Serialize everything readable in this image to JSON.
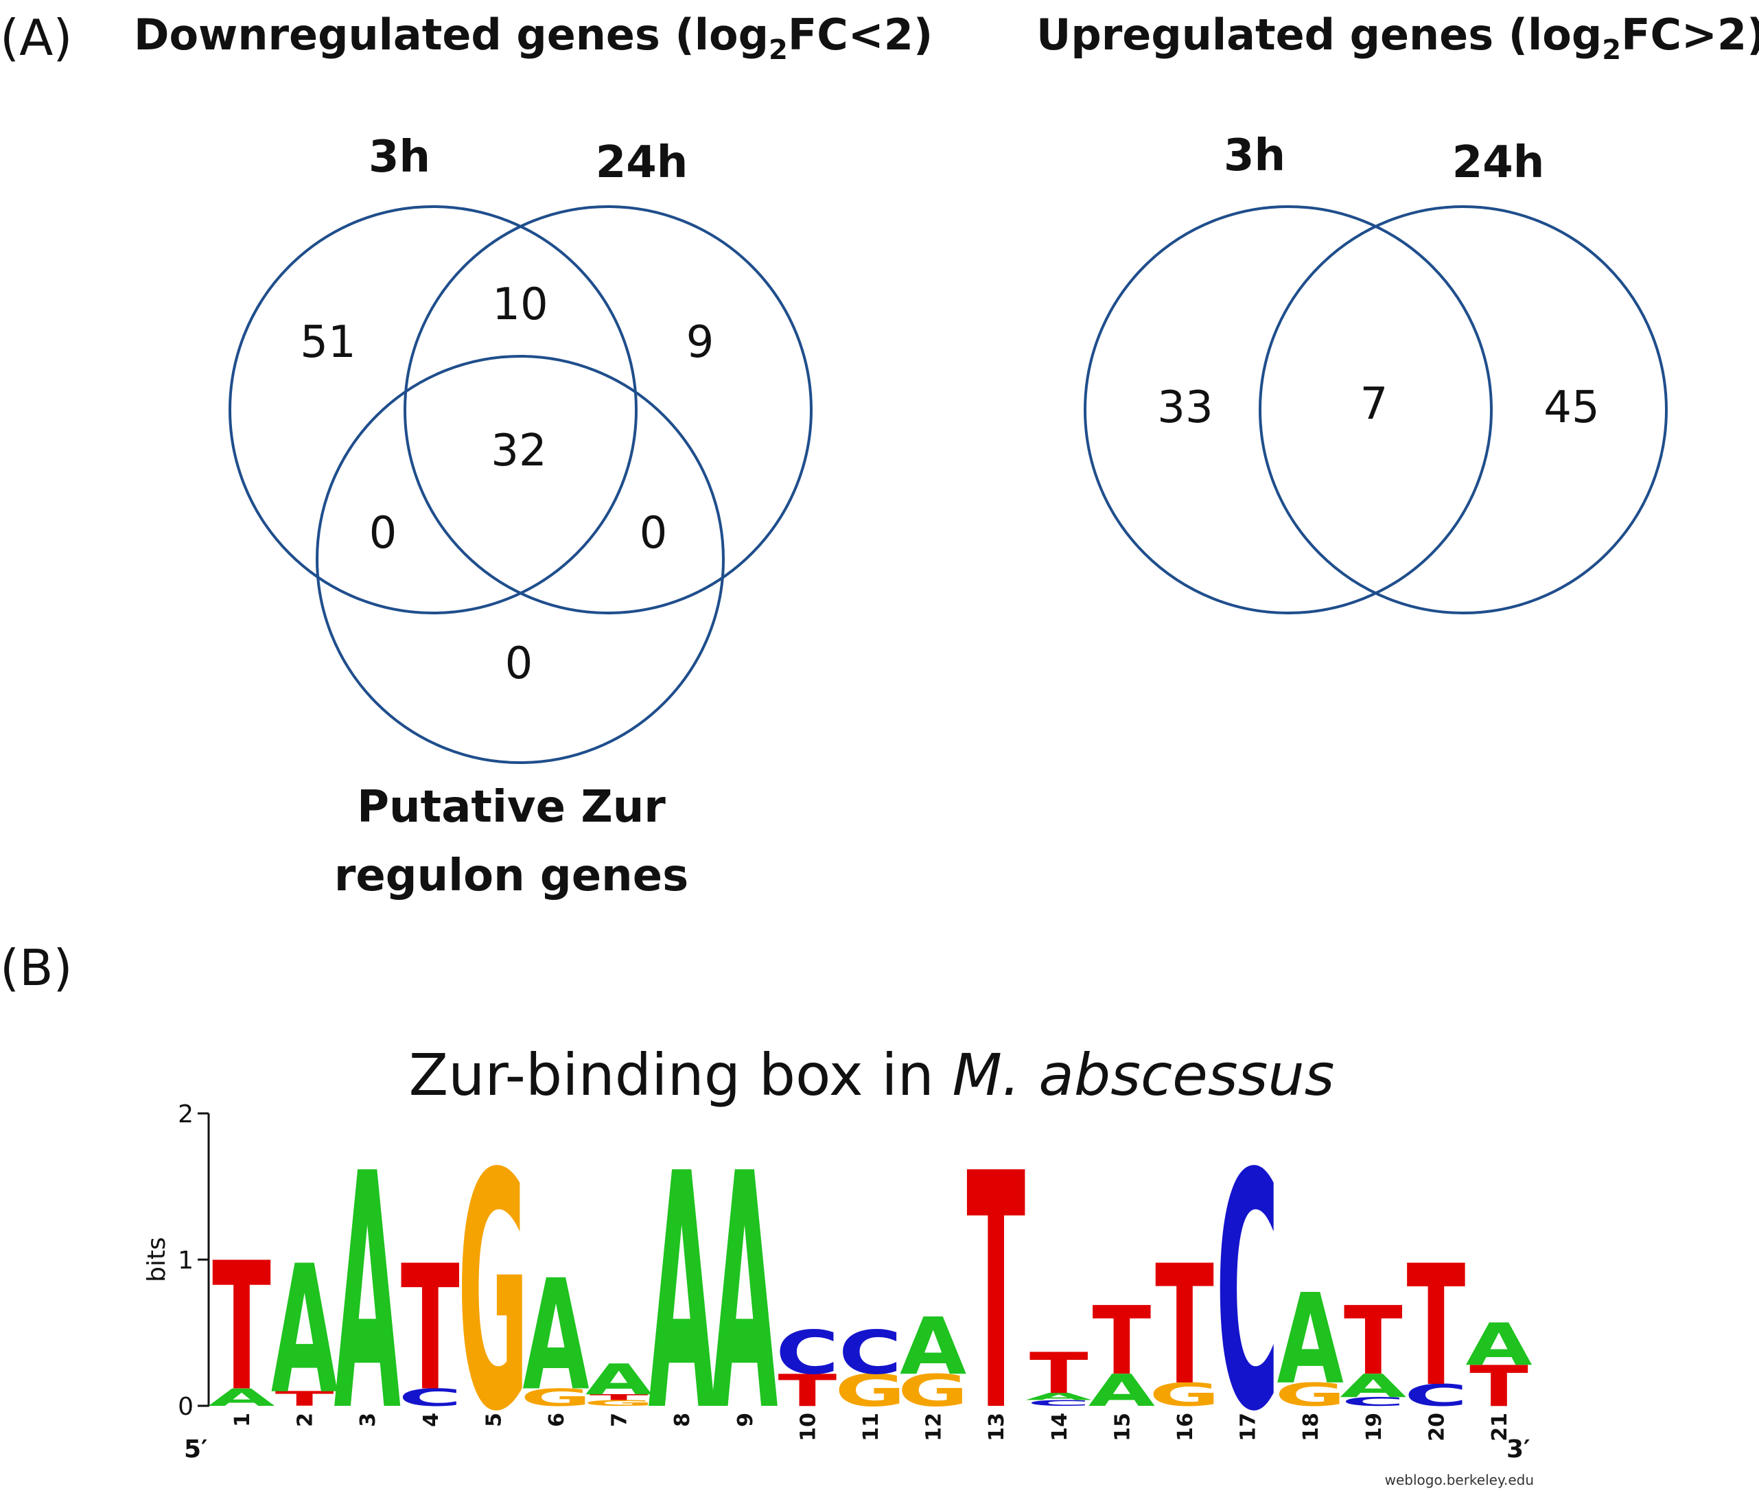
{
  "panel_a": {
    "label": "(A)",
    "down": {
      "title": "Downregulated genes (log",
      "title_sub": "2",
      "title_end": "FC<2)",
      "set_3h": "3h",
      "set_24h": "24h",
      "set_zur_line1": "Putative Zur",
      "set_zur_line2": "regulon genes",
      "counts": {
        "only_3h": "51",
        "3h_24h": "10",
        "only_24h": "9",
        "all_three": "32",
        "3h_zur": "0",
        "24h_zur": "0",
        "only_zur": "0"
      }
    },
    "up": {
      "title": "Upregulated genes (log",
      "title_sub": "2",
      "title_end": "FC>2)",
      "set_3h": "3h",
      "set_24h": "24h",
      "counts": {
        "only_3h": "33",
        "both": "7",
        "only_24h": "45"
      }
    },
    "circle_color": "#1f4e8c"
  },
  "panel_b": {
    "label": "(B)",
    "title_prefix": "Zur-binding box in ",
    "title_italic": "M. abscessus",
    "y_axis_label": "bits",
    "y_ticks": [
      "0",
      "1",
      "2"
    ],
    "five_prime": "5′",
    "three_prime": "3′",
    "credit": "weblogo.berkeley.edu",
    "colors": {
      "A": "#1fc21f",
      "C": "#1414cc",
      "G": "#f5a300",
      "T": "#e00000"
    },
    "logo": {
      "ymax": 2,
      "positions": [
        {
          "pos": "1",
          "letters": [
            {
              "b": "A",
              "h": 0.12
            },
            {
              "b": "T",
              "h": 0.88
            }
          ]
        },
        {
          "pos": "2",
          "letters": [
            {
              "b": "T",
              "h": 0.1
            },
            {
              "b": "A",
              "h": 0.88
            }
          ]
        },
        {
          "pos": "3",
          "letters": [
            {
              "b": "A",
              "h": 1.62
            }
          ]
        },
        {
          "pos": "4",
          "letters": [
            {
              "b": "C",
              "h": 0.12
            },
            {
              "b": "T",
              "h": 0.86
            }
          ]
        },
        {
          "pos": "5",
          "letters": [
            {
              "b": "G",
              "h": 1.62
            }
          ]
        },
        {
          "pos": "6",
          "letters": [
            {
              "b": "G",
              "h": 0.12
            },
            {
              "b": "A",
              "h": 0.76
            }
          ]
        },
        {
          "pos": "7",
          "letters": [
            {
              "b": "G",
              "h": 0.04
            },
            {
              "b": "T",
              "h": 0.04
            },
            {
              "b": "A",
              "h": 0.21
            }
          ]
        },
        {
          "pos": "8",
          "letters": [
            {
              "b": "A",
              "h": 1.62
            }
          ]
        },
        {
          "pos": "9",
          "letters": [
            {
              "b": "A",
              "h": 1.62
            }
          ]
        },
        {
          "pos": "10",
          "letters": [
            {
              "b": "T",
              "h": 0.22
            },
            {
              "b": "C",
              "h": 0.3
            }
          ]
        },
        {
          "pos": "11",
          "letters": [
            {
              "b": "G",
              "h": 0.22
            },
            {
              "b": "C",
              "h": 0.3
            }
          ]
        },
        {
          "pos": "12",
          "letters": [
            {
              "b": "G",
              "h": 0.22
            },
            {
              "b": "A",
              "h": 0.39
            }
          ]
        },
        {
          "pos": "13",
          "letters": [
            {
              "b": "T",
              "h": 1.62
            }
          ]
        },
        {
          "pos": "14",
          "letters": [
            {
              "b": "C",
              "h": 0.04
            },
            {
              "b": "A",
              "h": 0.05
            },
            {
              "b": "T",
              "h": 0.28
            }
          ]
        },
        {
          "pos": "15",
          "letters": [
            {
              "b": "A",
              "h": 0.22
            },
            {
              "b": "T",
              "h": 0.47
            }
          ]
        },
        {
          "pos": "16",
          "letters": [
            {
              "b": "G",
              "h": 0.16
            },
            {
              "b": "T",
              "h": 0.82
            }
          ]
        },
        {
          "pos": "17",
          "letters": [
            {
              "b": "C",
              "h": 1.62
            }
          ]
        },
        {
          "pos": "18",
          "letters": [
            {
              "b": "G",
              "h": 0.16
            },
            {
              "b": "A",
              "h": 0.62
            }
          ]
        },
        {
          "pos": "19",
          "letters": [
            {
              "b": "C",
              "h": 0.06
            },
            {
              "b": "A",
              "h": 0.16
            },
            {
              "b": "T",
              "h": 0.47
            }
          ]
        },
        {
          "pos": "20",
          "letters": [
            {
              "b": "C",
              "h": 0.15
            },
            {
              "b": "T",
              "h": 0.83
            }
          ]
        },
        {
          "pos": "21",
          "letters": [
            {
              "b": "T",
              "h": 0.28
            },
            {
              "b": "A",
              "h": 0.29
            }
          ]
        }
      ]
    }
  }
}
